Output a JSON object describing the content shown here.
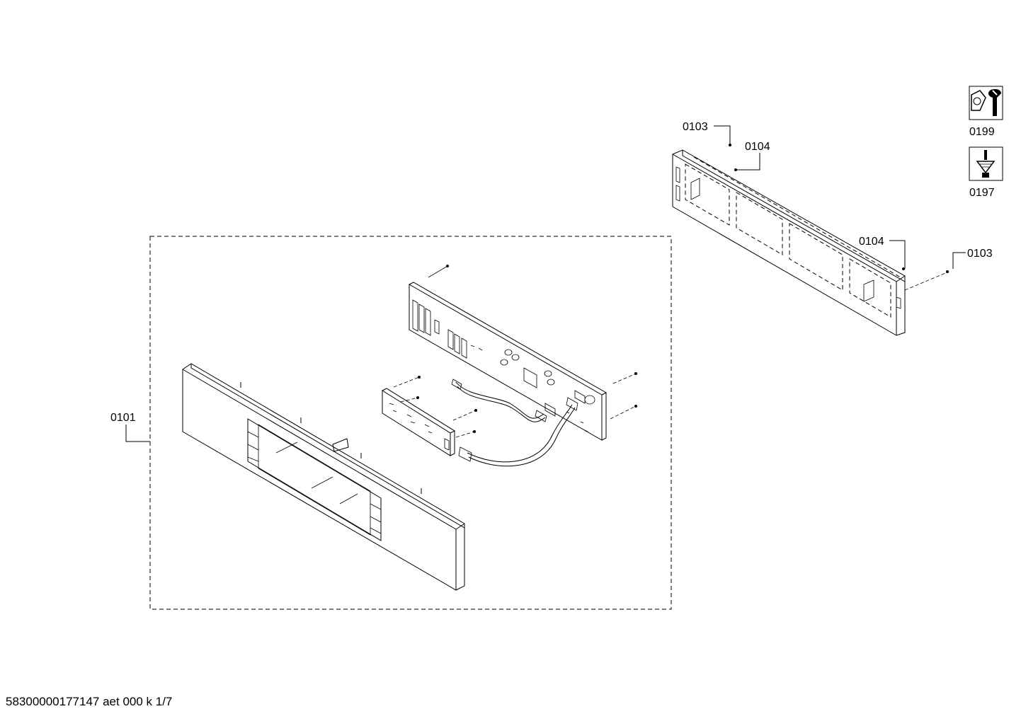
{
  "labels": {
    "part_0101": "0101",
    "part_0103_top": "0103",
    "part_0104_top": "0104",
    "part_0104_right": "0104",
    "part_0103_right": "0103",
    "tool_0199": "0199",
    "tool_0197": "0197"
  },
  "footer": "58300000177147 aet 000 k 1/7",
  "icons": {
    "tool_0199": "wrench-nut-icon",
    "tool_0197": "screwdriver-icon"
  }
}
